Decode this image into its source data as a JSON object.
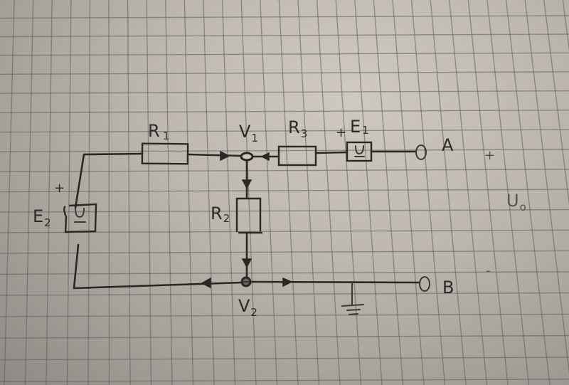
{
  "diagram": {
    "type": "hand-drawn circuit schematic on graph paper",
    "components": {
      "R1": {
        "letter": "R",
        "index": "1"
      },
      "R2": {
        "letter": "R",
        "index": "2"
      },
      "R3": {
        "letter": "R",
        "index": "3"
      },
      "E1": {
        "letter": "E",
        "index": "1",
        "plus": "+",
        "symbol": "U"
      },
      "E2": {
        "letter": "E",
        "index": "2",
        "plus": "+",
        "symbol": "U"
      }
    },
    "nodes": {
      "V1": {
        "letter": "V",
        "index": "1"
      },
      "V2": {
        "letter": "V",
        "index": "2"
      }
    },
    "terminals": {
      "A": "A",
      "B": "B"
    },
    "output_voltage": {
      "letter": "U",
      "index": "o",
      "plus": "+",
      "minus": "-"
    },
    "ground": "ground-symbol"
  }
}
